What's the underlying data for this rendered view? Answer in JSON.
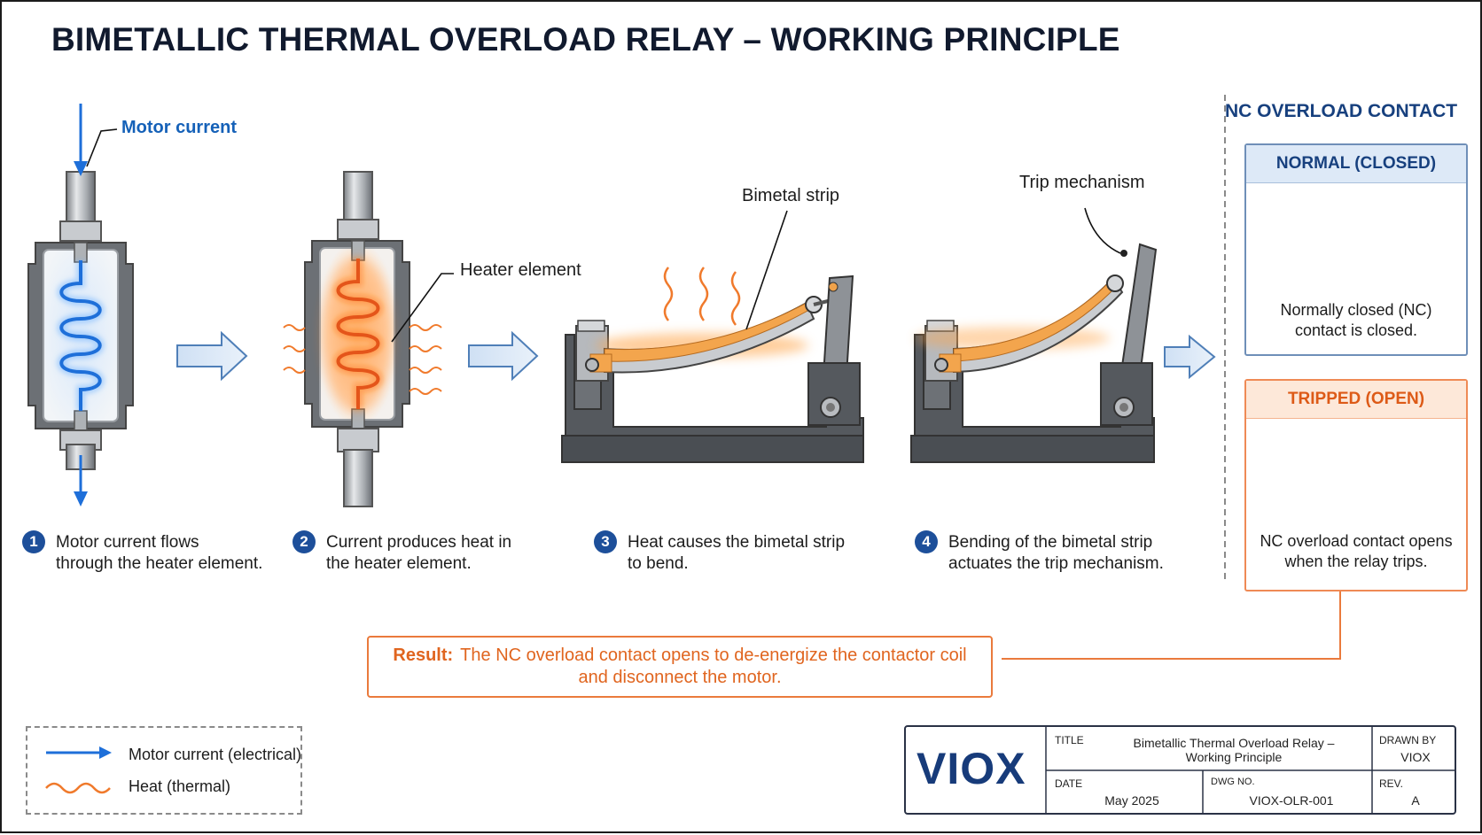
{
  "title": "BIMETALLIC THERMAL OVERLOAD RELAY – WORKING PRINCIPLE",
  "labels": {
    "motor_current": "Motor current",
    "heater_element": "Heater element",
    "bimetal_strip": "Bimetal strip",
    "trip_mechanism": "Trip mechanism"
  },
  "steps": [
    {
      "num": "1",
      "line1": "Motor current flows",
      "line2": "through the heater element."
    },
    {
      "num": "2",
      "line1": "Current produces heat in",
      "line2": "the heater element."
    },
    {
      "num": "3",
      "line1": "Heat causes the bimetal strip",
      "line2": "to bend."
    },
    {
      "num": "4",
      "line1": "Bending of the bimetal strip",
      "line2": "actuates the trip mechanism."
    }
  ],
  "nc_panel": {
    "heading": "NC OVERLOAD CONTACT",
    "normal": {
      "title": "NORMAL (CLOSED)",
      "line1": "Normally closed (NC)",
      "line2": "contact is closed."
    },
    "tripped": {
      "title": "TRIPPED (OPEN)",
      "line1": "NC overload contact opens",
      "line2": "when the relay trips."
    }
  },
  "result": {
    "label": "Result:",
    "line1": "The NC overload contact opens to de-energize the contactor coil",
    "line2": "and disconnect the motor."
  },
  "legend": {
    "current": "Motor current (electrical)",
    "heat": "Heat (thermal)"
  },
  "title_block": {
    "logo": "VIOX",
    "title_label": "TITLE",
    "title_line1": "Bimetallic Thermal Overload Relay –",
    "title_line2": "Working Principle",
    "drawn_by_label": "DRAWN BY",
    "drawn_by": "VIOX",
    "date_label": "DATE",
    "date": "May 2025",
    "dwg_label": "DWG NO.",
    "dwg": "VIOX-OLR-001",
    "rev_label": "REV.",
    "rev": "A"
  },
  "colors": {
    "current_blue": "#1e6fd9",
    "heat_orange": "#f07a2c",
    "title_navy": "#111a2e",
    "result_orange": "#e0651f"
  }
}
